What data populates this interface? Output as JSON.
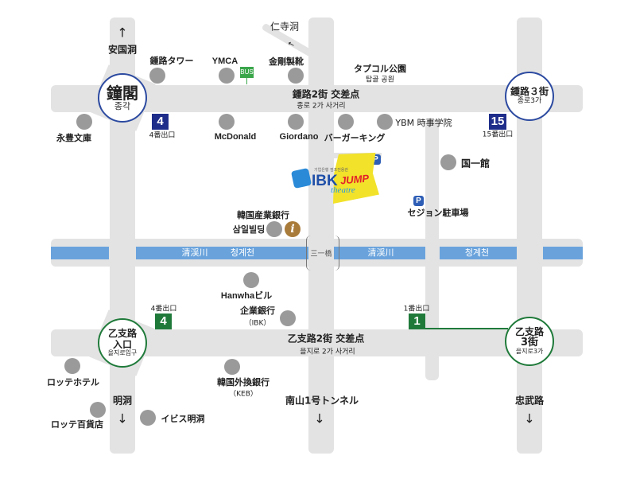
{
  "colors": {
    "road": "#e3e3e3",
    "river": "#6aa3dc",
    "line1": "#2c4aa0",
    "line2": "#1f7a3a",
    "poi": "#9a9a9a",
    "theatre": "#f2e22a"
  },
  "stations": {
    "jonggak": {
      "kanji": "鐘閣",
      "hangul": "종각"
    },
    "jongno3": {
      "kanji": "鍾路３街",
      "hangul": "종로3가"
    },
    "euljiro_entrance": {
      "kanji1": "乙支路",
      "kanji2": "入口",
      "hangul": "을지로입구"
    },
    "euljiro3": {
      "kanji1": "乙支路",
      "kanji2": "3街",
      "hangul": "을지로3가"
    }
  },
  "exits": [
    {
      "number": "4",
      "label": "4番出口"
    },
    {
      "number": "15",
      "label": "15番出口"
    },
    {
      "number": "4",
      "label": "4番出口"
    },
    {
      "number": "1",
      "label": "1番出口"
    }
  ],
  "directions": {
    "insadong": "仁寺洞",
    "anguk": "安国洞",
    "myeongdong": "明洞",
    "namsan": "南山1号トンネル",
    "chungmuro": "忠武路"
  },
  "intersections": {
    "jongno2": {
      "ja": "鍾路2街  交差点",
      "ko": "종로 2가 사거리"
    },
    "euljiro2": {
      "ja": "乙支路2街  交差点",
      "ko": "을지로 2가 사거리"
    }
  },
  "river": {
    "ja": "清渓川",
    "ko": "청계천",
    "bridge": "三一橋"
  },
  "bus_label": "BUS",
  "parking_label": "P",
  "info_label": "i",
  "theatre": {
    "brand": "IBK",
    "show": "JUMP",
    "sub": "theatre",
    "small": "기업은행 점프전용관"
  },
  "pois": {
    "jongno_tower": "鍾路タワー",
    "ymca": "YMCA",
    "geumgang": "金剛製靴",
    "tapgol_ja": "タプコル公園",
    "tapgol_ko": "탑골 공원",
    "yeongpung": "永豊文庫",
    "mcdonald": "McDonald",
    "giordano": "Giordano",
    "burger_king": "バーガーキング",
    "ybm": "YBM  時事学院",
    "gukil": "国一館",
    "sejong_parking": "セジョン駐車場",
    "kdb": "韓国産業銀行",
    "samil": "삼일빌딩",
    "hanwha": "Hanwhaビル",
    "ibk_ja": "企業銀行",
    "ibk_en": "（IBK）",
    "lotte_hotel": "ロッテホテル",
    "keb_ja": "韓国外換銀行",
    "keb_en": "（KEB）",
    "lotte_dept": "ロッテ百貨店",
    "ibis": "イビス明洞"
  }
}
